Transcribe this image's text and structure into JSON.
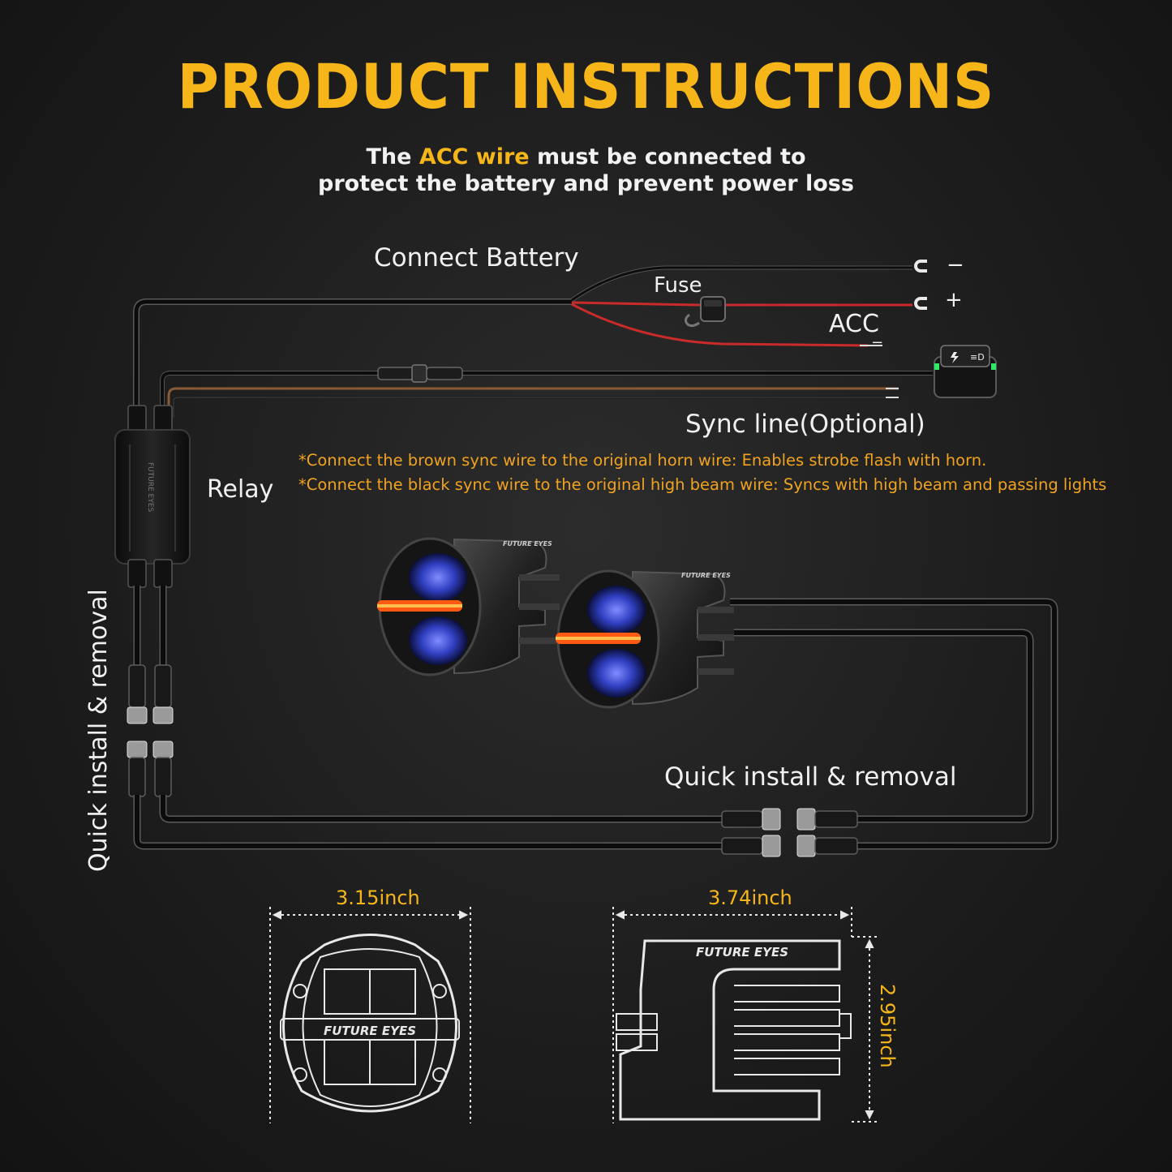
{
  "header": {
    "title": "PRODUCT INSTRUCTIONS",
    "subtitle_line1_pre": "The ",
    "subtitle_line1_highlight": "ACC wire",
    "subtitle_line1_post": " must be connected to",
    "subtitle_line2": "protect the battery and prevent power loss"
  },
  "labels": {
    "connect_battery": "Connect Battery",
    "fuse": "Fuse",
    "acc": "ACC",
    "minus": "−",
    "plus": "+",
    "sync_line": "Sync line(Optional)",
    "relay": "Relay",
    "quick_install_vertical": "Quick install & removal",
    "quick_install_horizontal": "Quick install & removal",
    "acc_wire_end": "−"
  },
  "notes": [
    "*Connect the brown sync wire to the original horn wire: Enables strobe flash with horn.",
    "*Connect the black sync wire to the original high beam wire: Syncs with high beam and passing lights"
  ],
  "dimensions": {
    "front_width": "3.15inch",
    "side_width": "3.74inch",
    "side_height": "2.95inch"
  },
  "brand": "FUTURE EYES",
  "colors": {
    "accent": "#f6b619",
    "note_text": "#f0a320",
    "red_wire": "#c92a2a",
    "brown_wire": "#8a5a36",
    "black_wire": "#0c0c0c",
    "switch_led": "#2ee86a",
    "lamp_drl": "#ff5a14",
    "lens_blue": "#3d4ed6"
  },
  "icons": {
    "switch": "rocker-switch-icon",
    "fuse": "inline-fuse-icon",
    "terminal": "ring-terminal-icon"
  }
}
